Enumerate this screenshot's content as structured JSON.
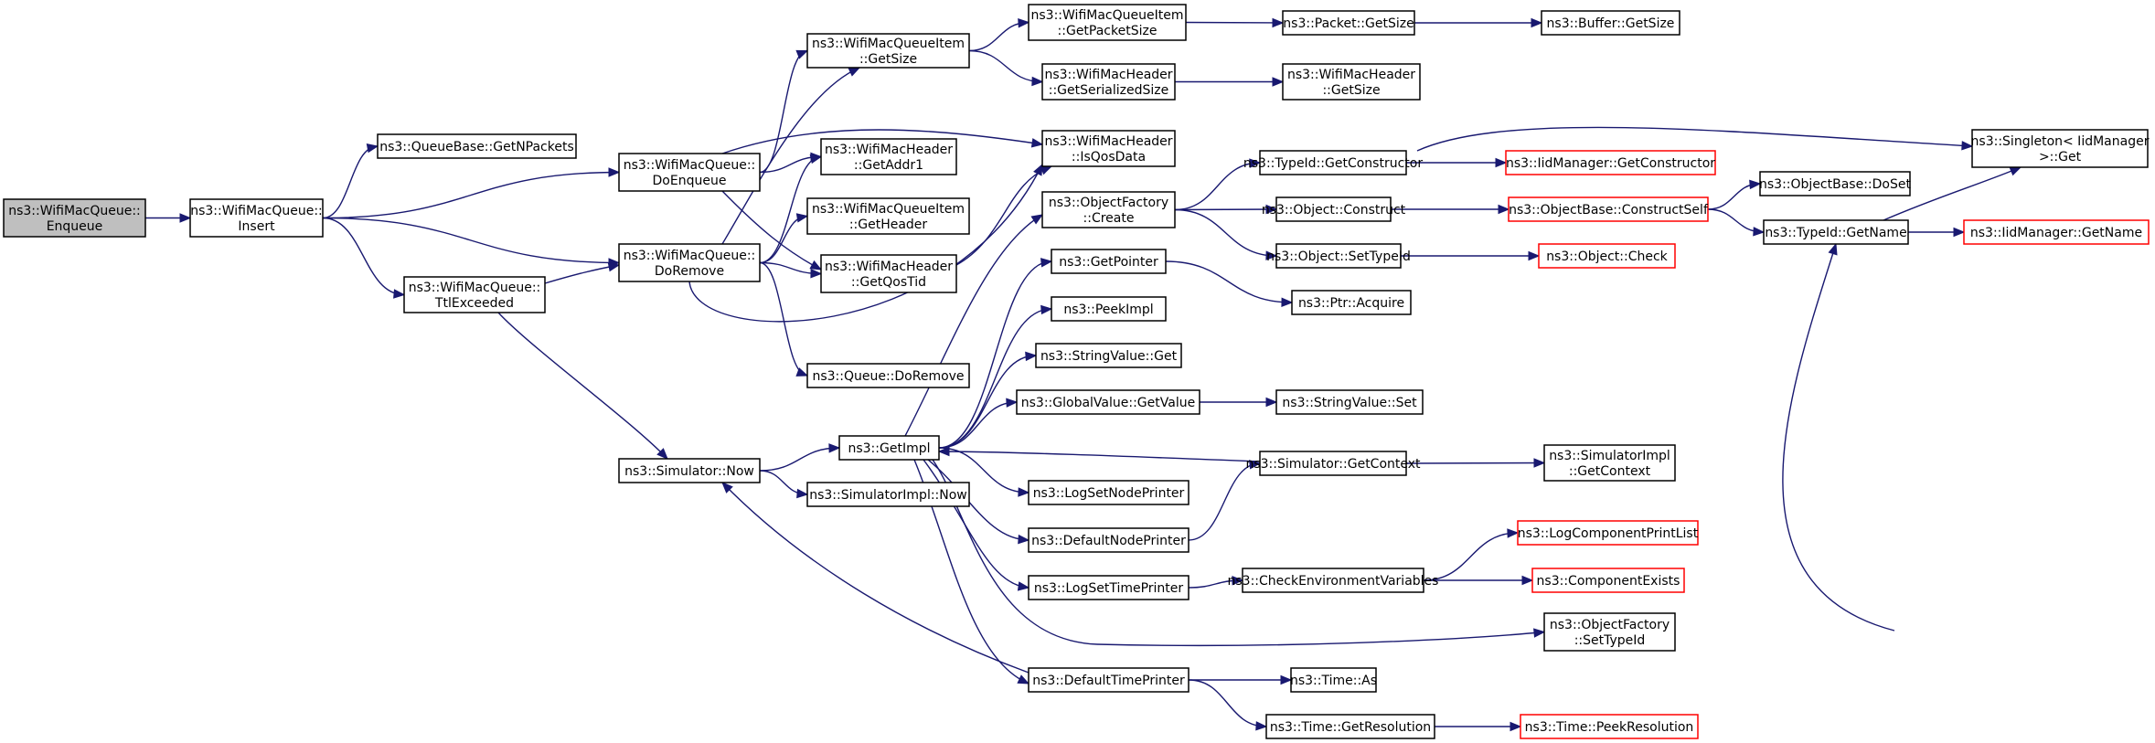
{
  "colors": {
    "edge": "#191970",
    "truncated_border": "#ff0000",
    "root_fill": "#bfbfbf"
  },
  "nodes": [
    {
      "id": "enqueue",
      "lines": [
        "ns3::WifiMacQueue::",
        "Enqueue"
      ],
      "root": true
    },
    {
      "id": "insert",
      "lines": [
        "ns3::WifiMacQueue::",
        "Insert"
      ]
    },
    {
      "id": "getnpackets",
      "lines": [
        "ns3::QueueBase::GetNPackets"
      ]
    },
    {
      "id": "doenqueue",
      "lines": [
        "ns3::WifiMacQueue::",
        "DoEnqueue"
      ]
    },
    {
      "id": "doremove",
      "lines": [
        "ns3::WifiMacQueue::",
        "DoRemove"
      ]
    },
    {
      "id": "ttlexceeded",
      "lines": [
        "ns3::WifiMacQueue::",
        "TtlExceeded"
      ]
    },
    {
      "id": "qi_getsize",
      "lines": [
        "ns3::WifiMacQueueItem",
        "::GetSize"
      ]
    },
    {
      "id": "getaddr1",
      "lines": [
        "ns3::WifiMacHeader",
        "::GetAddr1"
      ]
    },
    {
      "id": "getheader",
      "lines": [
        "ns3::WifiMacQueueItem",
        "::GetHeader"
      ]
    },
    {
      "id": "getqostid",
      "lines": [
        "ns3::WifiMacHeader",
        "::GetQosTid"
      ]
    },
    {
      "id": "queue_doremove",
      "lines": [
        "ns3::Queue::DoRemove"
      ]
    },
    {
      "id": "getpacketsize",
      "lines": [
        "ns3::WifiMacQueueItem",
        "::GetPacketSize"
      ]
    },
    {
      "id": "getserializedsize",
      "lines": [
        "ns3::WifiMacHeader",
        "::GetSerializedSize"
      ]
    },
    {
      "id": "isqosdata",
      "lines": [
        "ns3::WifiMacHeader",
        "::IsQosData"
      ]
    },
    {
      "id": "of_create",
      "lines": [
        "ns3::ObjectFactory",
        "::Create"
      ]
    },
    {
      "id": "getpointer",
      "lines": [
        "ns3::GetPointer"
      ]
    },
    {
      "id": "peekimpl",
      "lines": [
        "ns3::PeekImpl"
      ]
    },
    {
      "id": "stringvalue_get",
      "lines": [
        "ns3::StringValue::Get"
      ]
    },
    {
      "id": "globalvalue_getvalue",
      "lines": [
        "ns3::GlobalValue::GetValue"
      ]
    },
    {
      "id": "getimpl",
      "lines": [
        "ns3::GetImpl"
      ]
    },
    {
      "id": "logsetnodeprinter",
      "lines": [
        "ns3::LogSetNodePrinter"
      ]
    },
    {
      "id": "defaultnodeprinter",
      "lines": [
        "ns3::DefaultNodePrinter"
      ]
    },
    {
      "id": "logsettimeprinter",
      "lines": [
        "ns3::LogSetTimePrinter"
      ]
    },
    {
      "id": "defaulttimeprinter",
      "lines": [
        "ns3::DefaultTimePrinter"
      ]
    },
    {
      "id": "sim_now",
      "lines": [
        "ns3::Simulator::Now"
      ]
    },
    {
      "id": "simimpl_now",
      "lines": [
        "ns3::SimulatorImpl::Now"
      ]
    },
    {
      "id": "packet_getsize",
      "lines": [
        "ns3::Packet::GetSize"
      ]
    },
    {
      "id": "buffer_getsize",
      "lines": [
        "ns3::Buffer::GetSize"
      ]
    },
    {
      "id": "header_getsize",
      "lines": [
        "ns3::WifiMacHeader",
        "::GetSize"
      ]
    },
    {
      "id": "typeid_getconstructor",
      "lines": [
        "ns3::TypeId::GetConstructor"
      ]
    },
    {
      "id": "object_construct",
      "lines": [
        "ns3::Object::Construct"
      ]
    },
    {
      "id": "object_settypeid",
      "lines": [
        "ns3::Object::SetTypeId"
      ]
    },
    {
      "id": "ptr_acquire",
      "lines": [
        "ns3::Ptr::Acquire"
      ]
    },
    {
      "id": "stringvalue_set",
      "lines": [
        "ns3::StringValue::Set"
      ]
    },
    {
      "id": "sim_getcontext",
      "lines": [
        "ns3::Simulator::GetContext"
      ]
    },
    {
      "id": "checkenv",
      "lines": [
        "ns3::CheckEnvironmentVariables"
      ]
    },
    {
      "id": "of_settypeid",
      "lines": [
        "ns3::ObjectFactory",
        "::SetTypeId"
      ]
    },
    {
      "id": "time_as",
      "lines": [
        "ns3::Time::As"
      ]
    },
    {
      "id": "time_getresolution",
      "lines": [
        "ns3::Time::GetResolution"
      ]
    },
    {
      "id": "iid_getconstructor",
      "lines": [
        "ns3::IidManager::GetConstructor"
      ],
      "truncated": true
    },
    {
      "id": "objectbase_constructself",
      "lines": [
        "ns3::ObjectBase::ConstructSelf"
      ],
      "truncated": true
    },
    {
      "id": "object_check",
      "lines": [
        "ns3::Object::Check"
      ],
      "truncated": true
    },
    {
      "id": "simimpl_getcontext",
      "lines": [
        "ns3::SimulatorImpl",
        "::GetContext"
      ]
    },
    {
      "id": "logcomponentprintlist",
      "lines": [
        "ns3::LogComponentPrintList"
      ],
      "truncated": true
    },
    {
      "id": "componentexists",
      "lines": [
        "ns3::ComponentExists"
      ],
      "truncated": true
    },
    {
      "id": "time_peekresolution",
      "lines": [
        "ns3::Time::PeekResolution"
      ],
      "truncated": true
    },
    {
      "id": "objectbase_doset",
      "lines": [
        "ns3::ObjectBase::DoSet"
      ]
    },
    {
      "id": "typeid_getname",
      "lines": [
        "ns3::TypeId::GetName"
      ]
    },
    {
      "id": "singleton_get",
      "lines": [
        "ns3::Singleton< IidManager",
        ">::Get"
      ]
    },
    {
      "id": "iid_getname",
      "lines": [
        "ns3::IidManager::GetName"
      ],
      "truncated": true
    }
  ],
  "edges": [
    [
      "enqueue",
      "insert"
    ],
    [
      "insert",
      "getnpackets"
    ],
    [
      "insert",
      "doenqueue"
    ],
    [
      "insert",
      "doremove"
    ],
    [
      "insert",
      "ttlexceeded"
    ],
    [
      "doenqueue",
      "qi_getsize"
    ],
    [
      "doenqueue",
      "getaddr1"
    ],
    [
      "doenqueue",
      "getqostid"
    ],
    [
      "doenqueue",
      "isqosdata"
    ],
    [
      "doremove",
      "qi_getsize"
    ],
    [
      "doremove",
      "getaddr1"
    ],
    [
      "doremove",
      "getheader"
    ],
    [
      "doremove",
      "getqostid"
    ],
    [
      "doremove",
      "queue_doremove"
    ],
    [
      "doremove",
      "isqosdata"
    ],
    [
      "ttlexceeded",
      "doremove"
    ],
    [
      "ttlexceeded",
      "sim_now"
    ],
    [
      "qi_getsize",
      "getpacketsize"
    ],
    [
      "qi_getsize",
      "getserializedsize"
    ],
    [
      "getpacketsize",
      "packet_getsize"
    ],
    [
      "packet_getsize",
      "buffer_getsize"
    ],
    [
      "getserializedsize",
      "header_getsize"
    ],
    [
      "getqostid",
      "isqosdata"
    ],
    [
      "sim_now",
      "getimpl"
    ],
    [
      "sim_now",
      "simimpl_now"
    ],
    [
      "getimpl",
      "of_create"
    ],
    [
      "getimpl",
      "getpointer"
    ],
    [
      "getimpl",
      "peekimpl"
    ],
    [
      "getimpl",
      "stringvalue_get"
    ],
    [
      "getimpl",
      "globalvalue_getvalue"
    ],
    [
      "getimpl",
      "logsetnodeprinter"
    ],
    [
      "getimpl",
      "defaultnodeprinter"
    ],
    [
      "getimpl",
      "logsettimeprinter"
    ],
    [
      "getimpl",
      "defaulttimeprinter"
    ],
    [
      "getimpl",
      "of_settypeid"
    ],
    [
      "of_create",
      "typeid_getconstructor"
    ],
    [
      "of_create",
      "object_construct"
    ],
    [
      "of_create",
      "object_settypeid"
    ],
    [
      "getpointer",
      "ptr_acquire"
    ],
    [
      "globalvalue_getvalue",
      "stringvalue_set"
    ],
    [
      "typeid_getconstructor",
      "iid_getconstructor"
    ],
    [
      "typeid_getconstructor",
      "singleton_get"
    ],
    [
      "object_construct",
      "objectbase_constructself"
    ],
    [
      "object_settypeid",
      "object_check"
    ],
    [
      "objectbase_constructself",
      "objectbase_doset"
    ],
    [
      "objectbase_constructself",
      "typeid_getname"
    ],
    [
      "typeid_getname",
      "singleton_get"
    ],
    [
      "typeid_getname",
      "iid_getname"
    ],
    [
      "sim_getcontext",
      "getimpl"
    ],
    [
      "sim_getcontext",
      "simimpl_getcontext"
    ],
    [
      "defaultnodeprinter",
      "sim_getcontext"
    ],
    [
      "logsettimeprinter",
      "checkenv"
    ],
    [
      "checkenv",
      "logcomponentprintlist"
    ],
    [
      "checkenv",
      "componentexists"
    ],
    [
      "of_settypeid",
      "typeid_getname"
    ],
    [
      "defaulttimeprinter",
      "sim_now"
    ],
    [
      "defaulttimeprinter",
      "time_as"
    ],
    [
      "defaulttimeprinter",
      "time_getresolution"
    ],
    [
      "time_getresolution",
      "time_peekresolution"
    ]
  ]
}
